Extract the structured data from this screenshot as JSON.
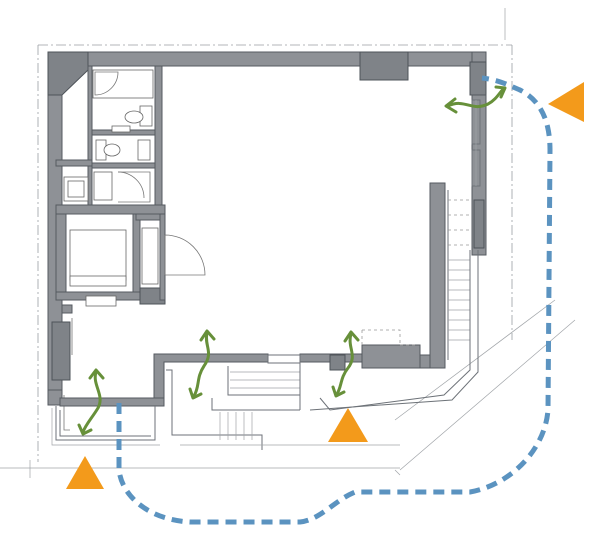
{
  "plan": {
    "type": "architectural floor plan",
    "text_labels": [],
    "route_style": "dashed blue path around building",
    "entry_markers": 3,
    "airflow_markers": 4
  },
  "colors": {
    "wall_fill": "#8e9196",
    "wall_stroke": "#555a60",
    "linework": "#6d7278",
    "route": "#5b93c0",
    "airflow": "#67903a",
    "entry_marker": "#f39a1b",
    "background": "#ffffff"
  },
  "icons": [
    "orange-triangle-marker",
    "green-wavy-double-arrow",
    "blue-dashed-route"
  ]
}
